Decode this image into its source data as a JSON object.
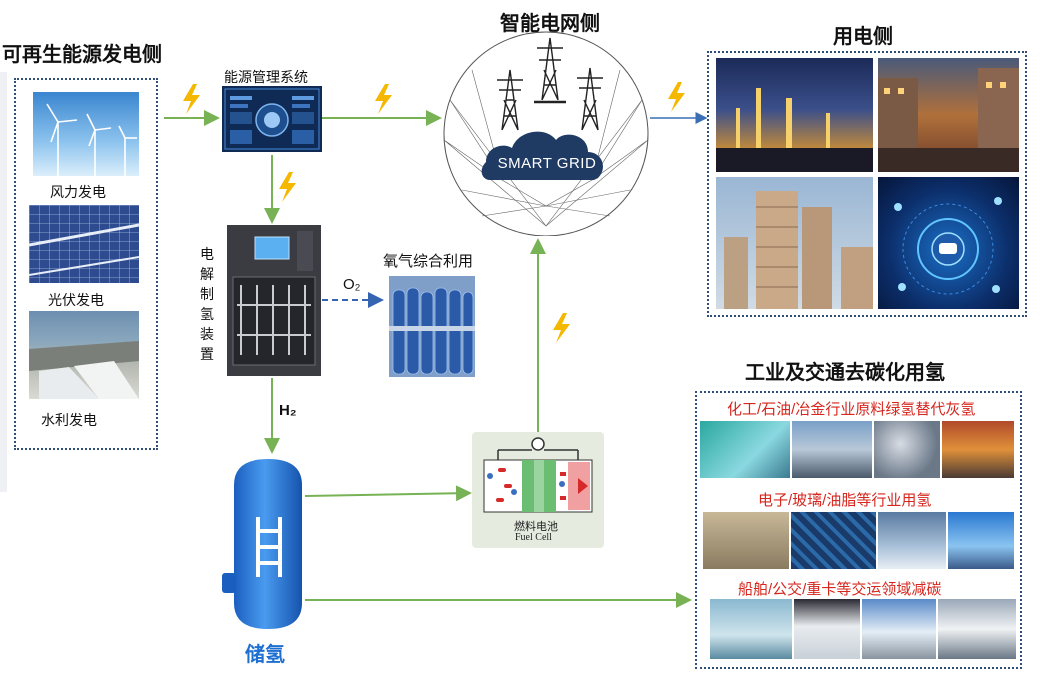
{
  "renewable": {
    "title": "可再生能源发电侧",
    "wind": "风力发电",
    "solar": "光伏发电",
    "hydro": "水利发电"
  },
  "ems": {
    "title": "能源管理系统"
  },
  "grid": {
    "title": "智能电网侧",
    "cloud": "SMART GRID"
  },
  "consumer": {
    "title": "用电侧"
  },
  "electrolyzer": {
    "label": "电解制氢装置",
    "h2": "H₂"
  },
  "oxygen": {
    "title": "氧气综合利用",
    "o2": "O₂"
  },
  "storage": {
    "label": "储氢"
  },
  "fuelcell": {
    "cn": "燃料电池",
    "en": "Fuel Cell"
  },
  "industry": {
    "title": "工业及交通去碳化用氢",
    "row1": "化工/石油/冶金行业原料绿氢替代灰氢",
    "row2": "电子/玻璃/油脂等行业用氢",
    "row3": "船舶/公交/重卡等交运领域减碳"
  },
  "colors": {
    "arrow": "#77b255",
    "bolt": "#f5b800",
    "frame": "#2f4f7a",
    "tank": "#1f6fd1",
    "accent_red": "#d6261e"
  }
}
